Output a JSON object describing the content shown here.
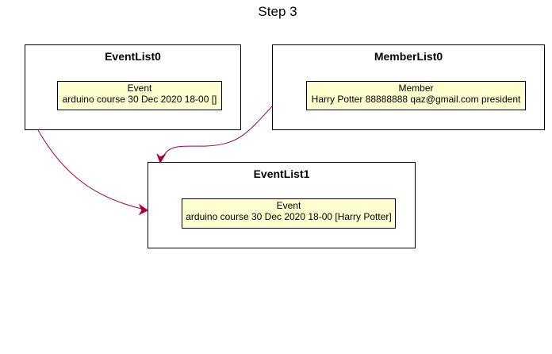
{
  "title": "Step 3",
  "colors": {
    "arrow": "#a80036",
    "note_fill": "#fefece"
  },
  "packages": {
    "eventlist0": {
      "title": "EventList0",
      "object": {
        "type": "Event",
        "value": "arduino course 30 Dec 2020 18-00 []"
      }
    },
    "memberlist0": {
      "title": "MemberList0",
      "object": {
        "type": "Member",
        "value": "Harry Potter 88888888 qaz@gmail.com president"
      }
    },
    "eventlist1": {
      "title": "EventList1",
      "object": {
        "type": "Event",
        "value": "arduino course 30 Dec 2020 18-00 [Harry Potter]"
      }
    }
  }
}
